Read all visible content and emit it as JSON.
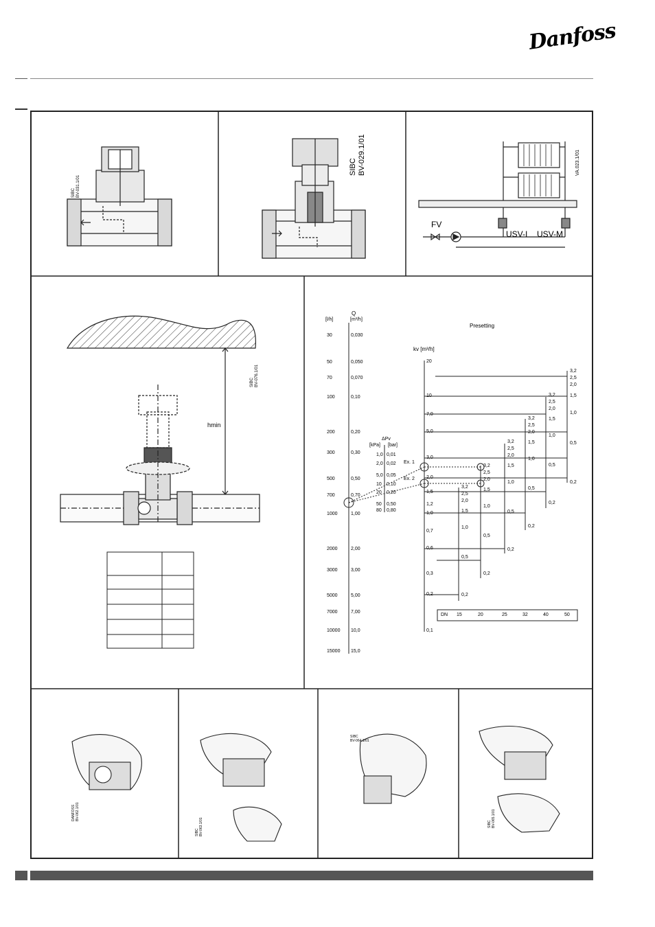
{
  "brand": {
    "logo_text": "Danfoss"
  },
  "drawings": {
    "valve_left_code": [
      "SIBC",
      "BV-031.1/01"
    ],
    "valve_mid_code": [
      "SIBC",
      "BV-029.1/01"
    ],
    "schematic_code": "VA.023.1/01",
    "schematic_labels": {
      "fv": "FV",
      "usv_i": "USV-I",
      "usv_m": "USV-M"
    },
    "install_code": [
      "SIBC",
      "BV-076.1/01"
    ],
    "install_label": "hmin",
    "hand_codes": {
      "h1": [
        "DANFOSS",
        "BV-062.1/01"
      ],
      "h2": [
        "SIBC",
        "BV-063.1/01"
      ],
      "h3": [
        "SIBC",
        "BV-064.1/01"
      ],
      "h4": [
        "SIBC",
        "BV-065.1/01"
      ]
    }
  },
  "chart_data": {
    "type": "nomogram",
    "title": "Presetting",
    "q_axis": {
      "symbol": "Q",
      "unit_lh": "[l/h]",
      "unit_m3h": "[m³/h]",
      "lh_ticks": [
        "30",
        "50",
        "70",
        "100",
        "200",
        "300",
        "500",
        "700",
        "1000",
        "2000",
        "3000",
        "5000",
        "7000",
        "10000",
        "15000"
      ],
      "m3h_ticks": [
        "0,030",
        "0,050",
        "0,070",
        "0,10",
        "0,20",
        "0,30",
        "0,50",
        "0,70",
        "1,00",
        "2,00",
        "3,00",
        "5,00",
        "7,00",
        "10,0",
        "15,0"
      ]
    },
    "dp_axis": {
      "symbol": "ΔPv",
      "unit_kpa": "[kPa]",
      "unit_bar": "[bar]",
      "kpa_ticks": [
        "1,0",
        "2,0",
        "5,0",
        "10",
        "20",
        "50",
        "80"
      ],
      "bar_ticks": [
        "0,01",
        "0,02",
        "0,05",
        "0,10",
        "0,20",
        "0,50",
        "0,80"
      ]
    },
    "kv_axis": {
      "symbol": "kv [m³/h]",
      "ticks": [
        "20",
        "10",
        "7,0",
        "5,0",
        "3,0",
        "2,0",
        "1,5",
        "1,2",
        "1,0",
        "0,7",
        "0,6",
        "0,3",
        "0,2",
        "0,1"
      ]
    },
    "examples": [
      "Ex. 1",
      "Ex. 2"
    ],
    "dn_row": {
      "label": "DN",
      "values": [
        "15",
        "20",
        "25",
        "32",
        "40",
        "50"
      ]
    },
    "presetting_scales": [
      {
        "dn": "15",
        "marks": [
          "3,2",
          "2,5",
          "2,0",
          "1,5",
          "1,0",
          "0,5",
          "0,2"
        ]
      },
      {
        "dn": "20",
        "marks": [
          "3,2",
          "2,5",
          "2,0",
          "1,5",
          "1,0",
          "0,5",
          "0,2"
        ]
      },
      {
        "dn": "25",
        "marks": [
          "3,2",
          "2,5",
          "2,0",
          "1,5",
          "1,0",
          "0,5",
          "0,2"
        ]
      },
      {
        "dn": "32",
        "marks": [
          "3,2",
          "2,5",
          "2,0",
          "1,5",
          "1,0",
          "0,5",
          "0,2"
        ]
      },
      {
        "dn": "40",
        "marks": [
          "3,2",
          "2,5",
          "2,0",
          "1,5",
          "1,0",
          "0,5",
          "0,2"
        ]
      },
      {
        "dn": "50",
        "marks": [
          "3,2",
          "2,5",
          "2,0",
          "1,5",
          "1,0",
          "0,5",
          "0,2"
        ]
      }
    ]
  }
}
